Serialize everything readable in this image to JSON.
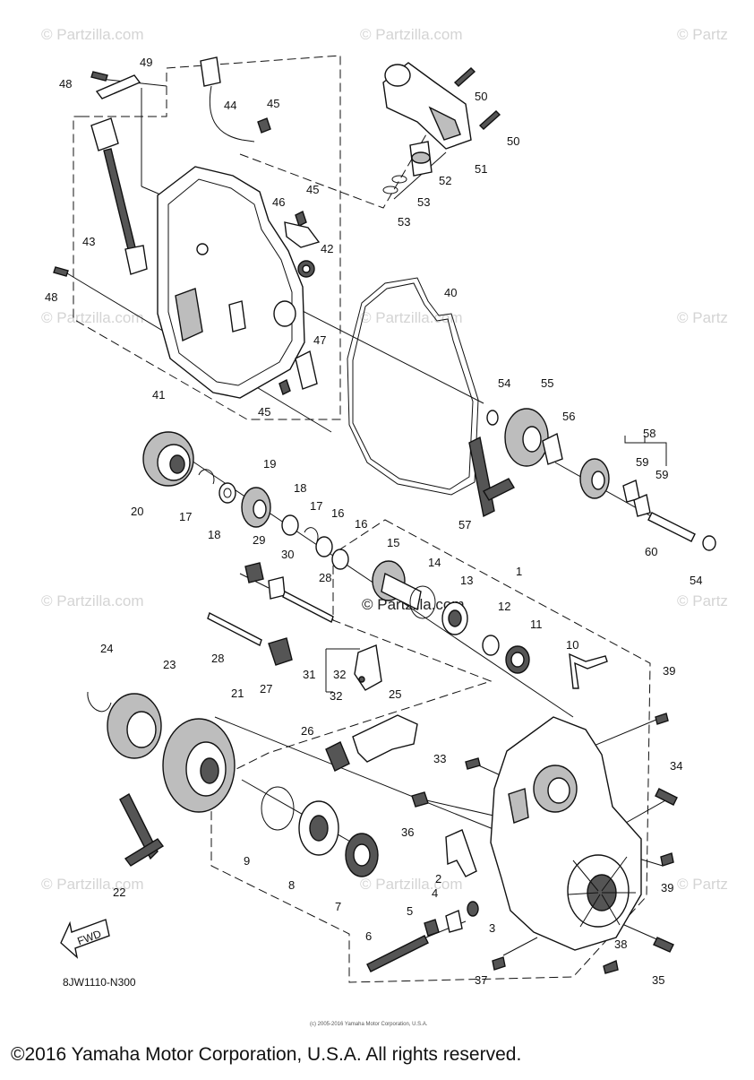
{
  "watermark": {
    "text": "© Partzilla.com",
    "partial_text": "© Partz",
    "center_text": "© Partzilla.com"
  },
  "diagram_code": "8JW1110-N300",
  "fwd_label": "FWD",
  "copyright_small": "(c) 2005-2016 Yamaha Motor Corporation, U.S.A.",
  "copyright": "©2016 Yamaha Motor Corporation, U.S.A. All rights reserved.",
  "callouts": [
    "1",
    "2",
    "3",
    "4",
    "5",
    "6",
    "7",
    "8",
    "9",
    "10",
    "11",
    "12",
    "13",
    "14",
    "15",
    "16",
    "16",
    "17",
    "17",
    "18",
    "18",
    "19",
    "20",
    "21",
    "22",
    "23",
    "24",
    "25",
    "26",
    "27",
    "28",
    "28",
    "29",
    "30",
    "31",
    "32",
    "32",
    "33",
    "34",
    "35",
    "36",
    "37",
    "38",
    "39",
    "39",
    "40",
    "41",
    "42",
    "43",
    "44",
    "45",
    "45",
    "45",
    "46",
    "47",
    "48",
    "48",
    "49",
    "50",
    "50",
    "51",
    "52",
    "53",
    "53",
    "54",
    "54",
    "55",
    "56",
    "57",
    "58",
    "59",
    "59",
    "60"
  ]
}
